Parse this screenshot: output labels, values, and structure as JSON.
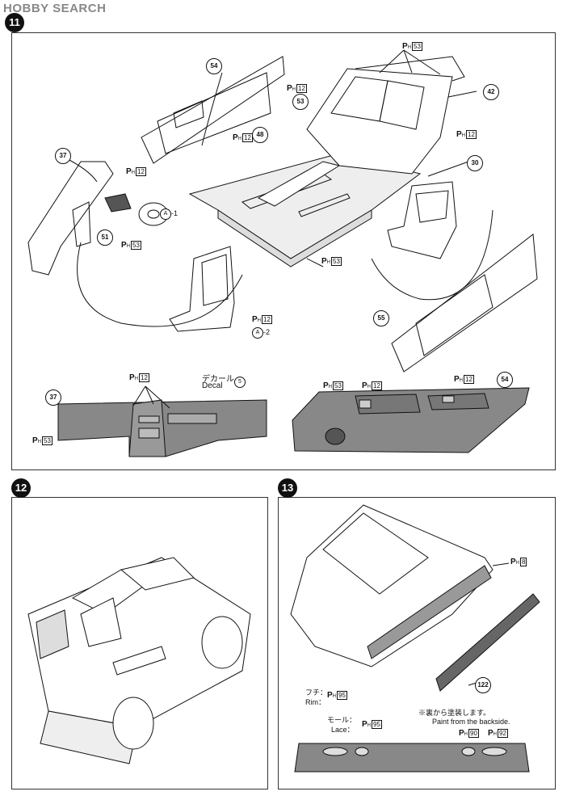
{
  "watermark": "HOBBY SEARCH",
  "steps": {
    "s11": "11",
    "s12": "12",
    "s13": "13"
  },
  "paint": {
    "prefix": "P",
    "sub": "H"
  },
  "step11": {
    "p54_top": "54",
    "p42": "42",
    "p53": "53",
    "p48": "48",
    "p37": "37",
    "p51": "51",
    "p30": "30",
    "p55": "55",
    "p37_dash": "37",
    "p54_door": "54",
    "paint53": "53",
    "paint12": "12",
    "a1": "-1",
    "a2": "-2",
    "a_letter": "A",
    "decal_jp": "デカール",
    "decal_en": "Decal",
    "decal_num": "5"
  },
  "step13": {
    "p122": "122",
    "paint8": "8",
    "rim_jp": "フチ：",
    "rim_en": "Rim：",
    "paint95a": "95",
    "lace_jp": "モール：",
    "lace_en": "Lace：",
    "paint95b": "95",
    "backside_jp": "※裏から塗装します。",
    "backside_en": "Paint from the backside.",
    "paint90": "90",
    "paint92": "92"
  }
}
